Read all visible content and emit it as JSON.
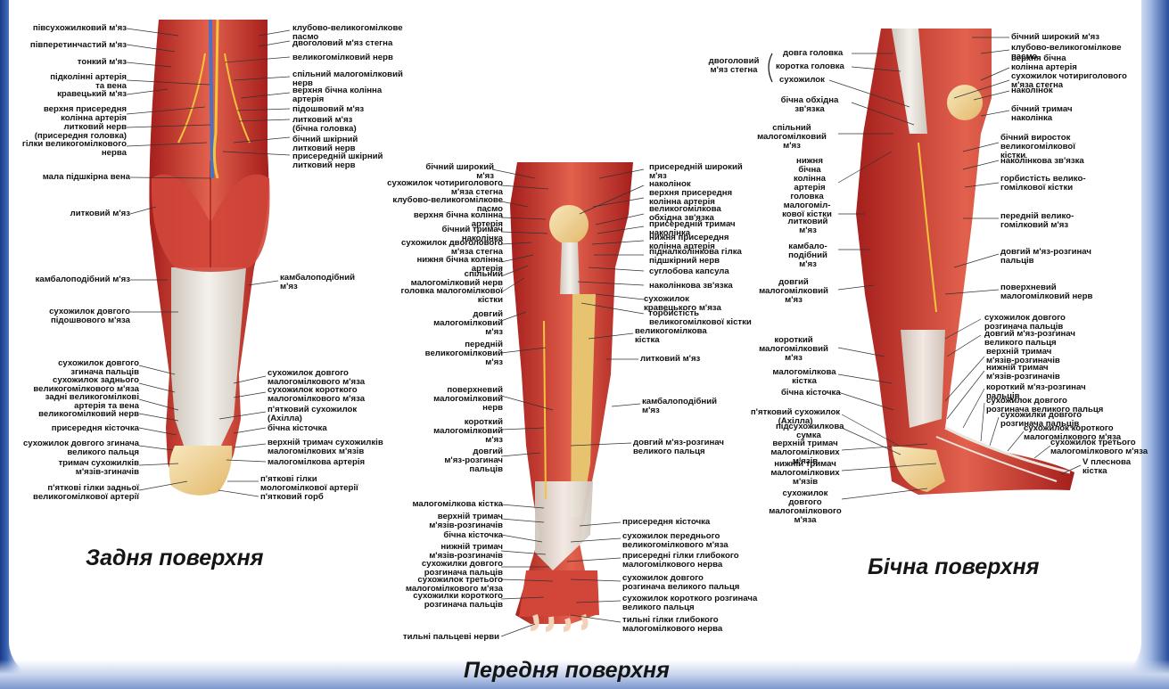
{
  "titles": {
    "posterior": "Задня поверхня",
    "anterior": "Передня поверхня",
    "lateral": "Бічна поверхня"
  },
  "colors": {
    "muscle": "#c9322a",
    "muscle_light": "#e06a56",
    "tendon": "#e9e4dc",
    "bone": "#f4dca8",
    "nerve": "#f2c53d",
    "vessel": "#4a72c4"
  },
  "posterior": [
    "півсухожилковий м'яз",
    "півперетинчастий м'яз",
    "тонкий м'яз",
    "підколінні артерія\nта вена",
    "кравецький м'яз",
    "верхня присередня\nколінна артерія",
    "литковий нерв\n(присередня головка)",
    "гілки великогомілкового\nнерва",
    "мала підшкірна вена",
    "литковий м'яз",
    "камбалоподібний м'яз",
    "сухожилок довгого\nпідошвового м'яза",
    "сухожилок довгого\nзгинача пальців",
    "сухожилок заднього\nвеликогомілкового м'яза",
    "задні великогомілкові\nартерія та вена",
    "великогомілковий нерв",
    "присередня кісточка",
    "сухожилок довгого згинача\nвеликого пальця",
    "тримач сухожилків\nм'язів-згиначів",
    "п'яткові гілки задньої\nвеликогомілкової артерії",
    "клубово-великогомілкове\nпасмо",
    "двоголовий м'яз стегна",
    "великогомілковий нерв",
    "спільний малогомілковий\nнерв",
    "верхня бічна колінна\nартерія",
    "підошвовий м'яз",
    "литковий м'яз\n(бічна головка)",
    "бічний шкірний\nлитковий нерв",
    "присередній шкірний\nлитковий нерв",
    "камбалоподібний\nм'яз",
    "сухожилок довгого\nмалогомілкового м'яза",
    "сухожилок короткого\nмалогомілкового м'яза",
    "п'ятковий сухожилок\n(Ахілла)",
    "бічна кісточка",
    "верхній тримач сухожилків\nмалогомілкових м'язів",
    "малогомілкова артерія",
    "п'яткові гілки\nмологомілкової артерії",
    "п'ятковий горб"
  ],
  "anterior": [
    "бічний широкий\nм'яз",
    "сухожилок чотириголового\nм'яза стегна",
    "клубово-великогомілкове\nпасмо",
    "верхня бічна колінна\nартерія",
    "бічний тримач\nнаколінка",
    "сухожилок двоголового\nм'яза стегна",
    "нижня бічна колінна\nартерія",
    "спільний\nмалогомілковий нерв",
    "головка малогомілкової\nкістки",
    "довгий\nмалогомілковий\nм'яз",
    "передній\nвеликогомілковий\nм'яз",
    "поверхневий\nмалогомілковий\nнерв",
    "короткий\nмалогомілковий\nм'яз",
    "довгий\nм'яз-розгинач\nпальців",
    "малогомілкова кістка",
    "верхній тримач\nм'язів-розгиначів",
    "бічна кісточка",
    "нижній тримач\nм'язів-розгиначів",
    "сухожилки довгого\nрозгинача пальців",
    "сухожилок третього\nмалогомілкового м'яза",
    "сухожилки короткого\nрозгинача пальців",
    "тильні пальцеві нерви",
    "присередній широкий\nм'яз",
    "наколінок",
    "верхня присередня\nколінна артерія",
    "великогомілкова\nобхідна зв'язка",
    "присередній тримач\nнаколінка",
    "нижня присередня\nколінна артерія",
    "підналколінкова гілка\nпідшкірний нерв",
    "суглобова капсула",
    "наколінкова зв'язка",
    "сухожилок\nкравецького м'яза",
    "горбистість\nвеликогомілкової кістки",
    "великогомілкова\nкістка",
    "литковий м'яз",
    "камбалоподібний\nм'яз",
    "довгий м'яз-розгинач\nвеликого пальця",
    "присередня кісточка",
    "сухожилок переднього\nвеликогомілкового м'яза",
    "присередні гілки глибокого\nмалогомілкового нерва",
    "сухожилок довгого\nрозгинача великого пальця",
    "сухожилок короткого розгинача\nвеликого пальця",
    "тильні гілки глибокого\nмалогомілкового нерва"
  ],
  "lateral": [
    "двоголовий\nм'яз стегна",
    "довга головка",
    "коротка головка",
    "сухожилок",
    "бічна обхідна\nзв'язка",
    "спільний\nмалогомілковий\nм'яз",
    "нижня\nбічна\nколінна\nартерія",
    "головка\nмалогоміл-\nкової кістки",
    "литковий\nм'яз",
    "камбало-\nподібний\nм'яз",
    "довгий\nмалогомілковий\nм'яз",
    "короткий\nмалогомілковий\nм'яз",
    "малогомілкова\nкістка",
    "бічна кісточка",
    "п'ятковий сухожилок\n(Ахілла)",
    "підсухожилкова\nсумка",
    "верхній тримач\nмалогомілкових\nм'язів",
    "нижній тримач\nмалогомілкових\nм'язів",
    "сухожилок\nдовгого\nмалогомілкового\nм'яза",
    "бічний широкий м'яз",
    "клубово-великогомілкове\nпасмо",
    "верхня бічна\nколінна артерія",
    "сухожилок чотириголового\nм'яза стегна",
    "наколінок",
    "бічний тримач\nнаколінка",
    "бічний виросток\nвеликогомілкової\nкістки",
    "наколінкова зв'язка",
    "горбистість велико-\nгомілкової кістки",
    "передній велико-\nгомілковий м'яз",
    "довгий м'яз-розгинач\nпальців",
    "поверхневий\nмалогомілковий нерв",
    "сухожилок довгого\nрозгинача пальців",
    "довгий м'яз-розгинач\nвеликого пальця",
    "верхній тримач\nм'язів-розгиначів",
    "нижній тримач\nм'язів-розгиначів",
    "короткий м'яз-розгинач\nпальців",
    "сухожилок довгого\nрозгинача великого пальця",
    "сухожилки довгого\nрозгинача пальців",
    "сухожилок короткого\nмалогомілкового м'яза",
    "сухожилок третього\nмалогомілкового м'яза",
    "V плеснова\nкістка"
  ]
}
